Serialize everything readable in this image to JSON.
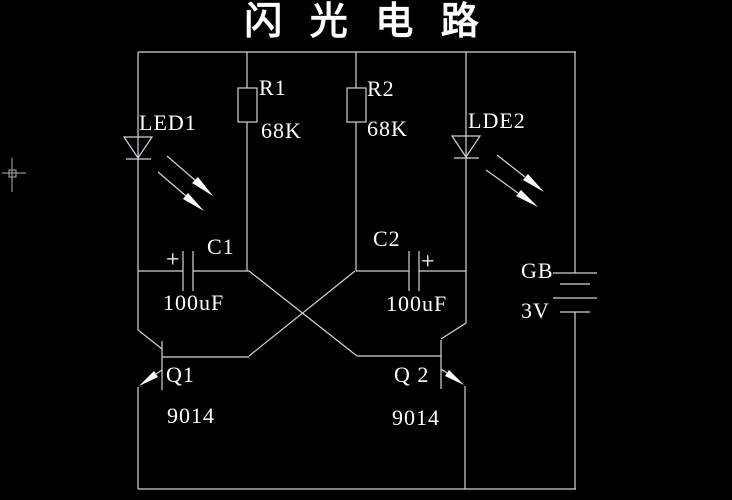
{
  "meta": {
    "background_color": "#000000",
    "wire_color": "#d0d4d8",
    "text_color": "#ffffff"
  },
  "title": "闪 光 电 路",
  "components": {
    "led1": {
      "label": "LED1"
    },
    "led2": {
      "label": "LDE2"
    },
    "r1": {
      "label": "R1",
      "value": "68K"
    },
    "r2": {
      "label": "R2",
      "value": "68K"
    },
    "c1": {
      "label": "C1",
      "value": "100uF",
      "polarity": "+"
    },
    "c2": {
      "label": "C2",
      "value": "100uF",
      "polarity": "+"
    },
    "q1": {
      "label": "Q1",
      "value": "9014"
    },
    "q2": {
      "label": "Q 2",
      "value": "9014"
    },
    "battery": {
      "label": "GB",
      "value": "3V"
    }
  }
}
